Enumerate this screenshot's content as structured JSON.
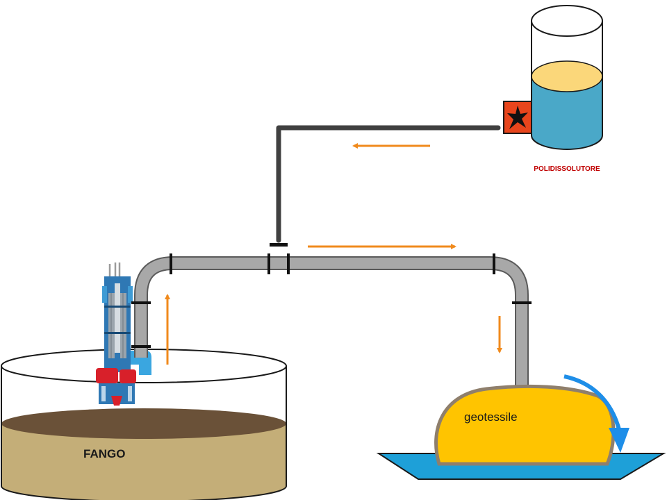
{
  "labels": {
    "sludge": "FANGO",
    "geotextile": "geotessile",
    "dissolver": "POLIDISSOLUTORE"
  },
  "colors": {
    "sludge_top": "#6a5138",
    "sludge_body": "#c4ae78",
    "pipe": "#a8a8a8",
    "polymer_line": "#404040",
    "flow_arrow": "#f08a1c",
    "geotextile_fill": "#ffc400",
    "geotextile_edge": "#8f7f6c",
    "water": "#1ea0d8",
    "overflow_arrow": "#1e8ee8",
    "tank_liquid": "#4aa8c8",
    "tank_liquid_top": "#fbd77a",
    "mixer_box": "#e8451c",
    "dissolver_label": "#c00000"
  },
  "icons": [
    "submersible-pump-icon",
    "mixer-motor-icon"
  ]
}
